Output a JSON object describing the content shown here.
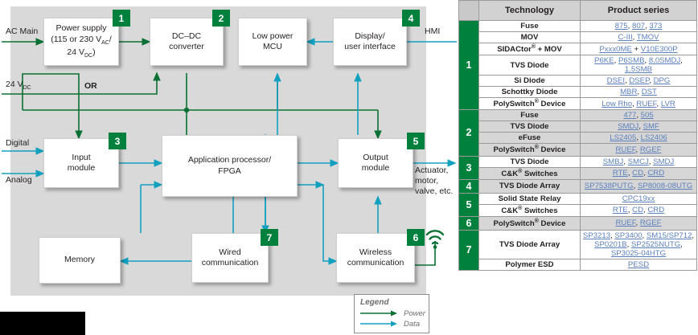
{
  "diagram": {
    "blocks": [
      {
        "id": "power-supply",
        "label": "Power supply\n(115 or 230 VAC/\n24 VDC)",
        "badge": "1"
      },
      {
        "id": "dcdc",
        "label": "DC–DC\nconverter",
        "badge": "2"
      },
      {
        "id": "low-power-mcu",
        "label": "Low power\nMCU",
        "badge": ""
      },
      {
        "id": "display-ui",
        "label": "Display/\nuser interface",
        "badge": "4"
      },
      {
        "id": "input-module",
        "label": "Input\nmodule",
        "badge": "3"
      },
      {
        "id": "app-processor",
        "label": "Application processor/\nFPGA",
        "badge": ""
      },
      {
        "id": "output-module",
        "label": "Output\nmodule",
        "badge": "5"
      },
      {
        "id": "memory",
        "label": "Memory",
        "badge": ""
      },
      {
        "id": "wired-comm",
        "label": "Wired\ncommunication",
        "badge": "7"
      },
      {
        "id": "wireless-comm",
        "label": "Wireless\ncommunication",
        "badge": "6"
      }
    ],
    "io_labels": {
      "ac_main": "AC Main",
      "v24dc": "24 V",
      "v24dc_sub": "DC",
      "or": "OR",
      "hmi": "HMI",
      "digital": "Digital",
      "analog": "Analog",
      "actuator": "Actuator,\nmotor,\nvalve, etc."
    },
    "legend": {
      "title": "Legend",
      "power": "Power",
      "data": "Data",
      "power_color": "#0a7034",
      "data_color": "#12a0bf"
    },
    "colors": {
      "badge_green": "#00803d",
      "power_arrow": "#0a7034",
      "data_arrow": "#12a0bf",
      "panel_bg": "#d9d9d9",
      "block_bg": "#ffffff"
    }
  },
  "table": {
    "headers": {
      "corner": "",
      "technology": "Technology",
      "product_series": "Product series"
    },
    "groups": [
      {
        "number": "1",
        "shaded": false,
        "rows": [
          {
            "technology": "Fuse",
            "products": [
              "875",
              "807",
              "373"
            ],
            "sep": ", "
          },
          {
            "technology": "MOV",
            "products": [
              "C-III",
              "TMOV"
            ],
            "sep": ", "
          },
          {
            "technology": "SIDACtor® + MOV",
            "products": [
              "Pxxx0ME",
              "V10E300P"
            ],
            "sep": " + "
          },
          {
            "technology": "TVS Diode",
            "products": [
              "P6KE",
              "P6SMB",
              "8.0SMDJ",
              "1.5SMB"
            ],
            "sep": ", "
          },
          {
            "technology": "Si Diode",
            "products": [
              "DSEI",
              "DSEP",
              "DPG"
            ],
            "sep": ", "
          },
          {
            "technology": "Schottky Diode",
            "products": [
              "MBR",
              "DST"
            ],
            "sep": ", "
          },
          {
            "technology": "PolySwitch® Device",
            "products": [
              "Low Rho",
              "RUEF",
              "LVR"
            ],
            "sep": ", "
          }
        ]
      },
      {
        "number": "2",
        "shaded": true,
        "rows": [
          {
            "technology": "Fuse",
            "products": [
              "477",
              "505"
            ],
            "sep": ", "
          },
          {
            "technology": "TVS Diode",
            "products": [
              "SMDJ",
              "SMF"
            ],
            "sep": ", "
          },
          {
            "technology": "eFuse",
            "products": [
              "LS2405",
              "LS2406"
            ],
            "sep": ", "
          },
          {
            "technology": "PolySwitch® Device",
            "products": [
              "RUEF",
              "RGEF"
            ],
            "sep": ", "
          }
        ]
      },
      {
        "number": "3",
        "shaded": false,
        "rows": [
          {
            "technology": "TVS Diode",
            "products": [
              "SMBJ",
              "SMCJ",
              "SMDJ"
            ],
            "sep": ", ",
            "shade": false
          },
          {
            "technology": "C&K® Switches",
            "products": [
              "RTE",
              "CD",
              "CRD"
            ],
            "sep": ", ",
            "shade": true
          }
        ]
      },
      {
        "number": "4",
        "shaded": true,
        "rows": [
          {
            "technology": "TVS Diode Array",
            "products": [
              "SP7538PUTG",
              "SP8008-08UTG"
            ],
            "sep": ", "
          }
        ]
      },
      {
        "number": "5",
        "shaded": false,
        "rows": [
          {
            "technology": "Solid State Relay",
            "products": [
              "CPC19xx"
            ],
            "sep": ", ",
            "shade": false
          },
          {
            "technology": "C&K® Switches",
            "products": [
              "RTE",
              "CD",
              "CRD"
            ],
            "sep": ", ",
            "shade": false
          }
        ]
      },
      {
        "number": "6",
        "shaded": true,
        "rows": [
          {
            "technology": "PolySwitch® Device",
            "products": [
              "RUEF",
              "RGEF"
            ],
            "sep": ", "
          }
        ]
      },
      {
        "number": "7",
        "shaded": false,
        "rows": [
          {
            "technology": "TVS Diode Array",
            "products": [
              "SP3213",
              "SP3400",
              "SM15/SP712",
              "SP0201B",
              "SP2525NUTG",
              "SP3025-04HTG"
            ],
            "sep": ", ",
            "shade": false
          },
          {
            "technology": "Polymer ESD",
            "products": [
              "PESD"
            ],
            "sep": ", ",
            "shade": false
          }
        ]
      }
    ],
    "link_color": "#5b7fbd"
  }
}
